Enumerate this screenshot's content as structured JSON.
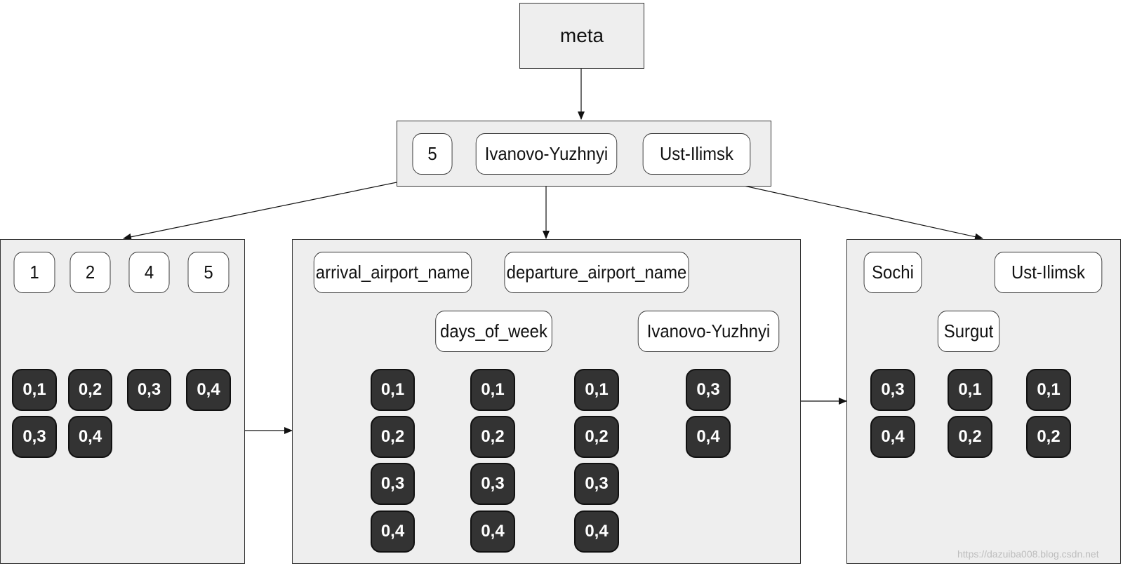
{
  "meta": "meta",
  "root_keys": [
    "5",
    "Ivanovo-Yuzhnyi",
    "Ust-Ilimsk"
  ],
  "left": {
    "keys": [
      "1",
      "2",
      "4",
      "5"
    ],
    "values": [
      [
        "0,1",
        "0,3"
      ],
      [
        "0,2",
        "0,4"
      ],
      [
        "0,3"
      ],
      [
        "0,4"
      ]
    ]
  },
  "middle": {
    "keys": [
      "arrival_airport_name",
      "days_of_week",
      "departure_airport_name",
      "Ivanovo-Yuzhnyi"
    ],
    "values": [
      [
        "0,1",
        "0,2",
        "0,3",
        "0,4"
      ],
      [
        "0,1",
        "0,2",
        "0,3",
        "0,4"
      ],
      [
        "0,1",
        "0,2",
        "0,3",
        "0,4"
      ],
      [
        "0,3",
        "0,4"
      ]
    ]
  },
  "right": {
    "keys": [
      "Sochi",
      "Surgut",
      "Ust-Ilimsk"
    ],
    "values": [
      [
        "0,3",
        "0,4"
      ],
      [
        "0,1",
        "0,2"
      ],
      [
        "0,1",
        "0,2"
      ]
    ]
  },
  "watermark": "https://dazuiba008.blog.csdn.net",
  "colors": {
    "box_fill": "#eeeeee",
    "key_fill": "#ffffff",
    "value_fill": "#333333",
    "line": "#111111"
  }
}
